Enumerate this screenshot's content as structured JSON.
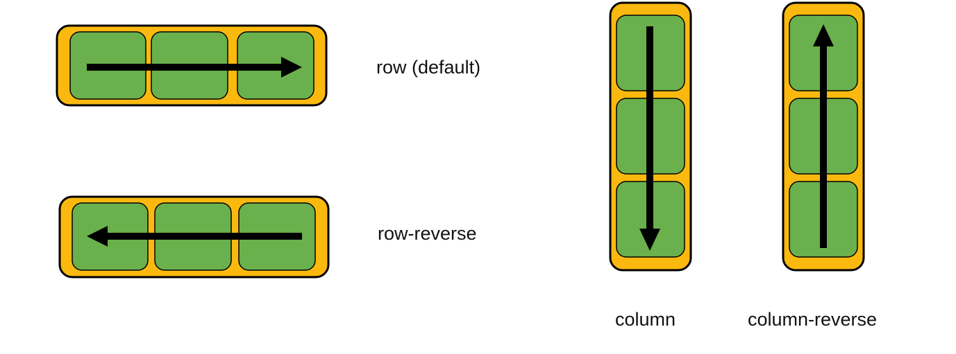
{
  "colors": {
    "container_fill": "#fbb90f",
    "item_fill": "#6ab04c",
    "outline": "#000000",
    "arrow": "#000000",
    "text": "#111111"
  },
  "examples": [
    {
      "key": "row",
      "label": "row (default)",
      "direction": "left-to-right",
      "items": 3
    },
    {
      "key": "row_reverse",
      "label": "row-reverse",
      "direction": "right-to-left",
      "items": 3
    },
    {
      "key": "column",
      "label": "column",
      "direction": "top-to-bottom",
      "items": 3
    },
    {
      "key": "column_reverse",
      "label": "column-reverse",
      "direction": "bottom-to-top",
      "items": 3
    }
  ]
}
